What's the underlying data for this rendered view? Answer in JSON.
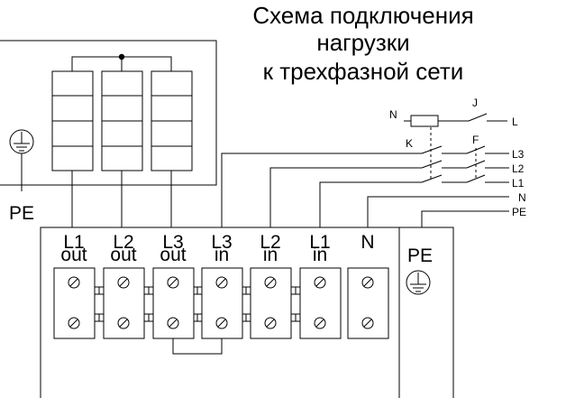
{
  "title": {
    "line1": "Схема подключения",
    "line2": "нагрузки",
    "line3": "к трехфазной сети"
  },
  "labels": {
    "left_pe": "PE",
    "n_in": "N",
    "j": "J",
    "l_out": "L",
    "k": "K",
    "f": "F",
    "l3": "L3",
    "l2": "L2",
    "l1": "L1",
    "n": "N",
    "pe": "PE",
    "block_pe": "PE"
  },
  "terminals": [
    {
      "top": "L1",
      "bottom": "out"
    },
    {
      "top": "L2",
      "bottom": "out"
    },
    {
      "top": "L3",
      "bottom": "out"
    },
    {
      "top": "L3",
      "bottom": "in"
    },
    {
      "top": "L2",
      "bottom": "in"
    },
    {
      "top": "L1",
      "bottom": "in"
    },
    {
      "top": "N",
      "bottom": ""
    }
  ]
}
